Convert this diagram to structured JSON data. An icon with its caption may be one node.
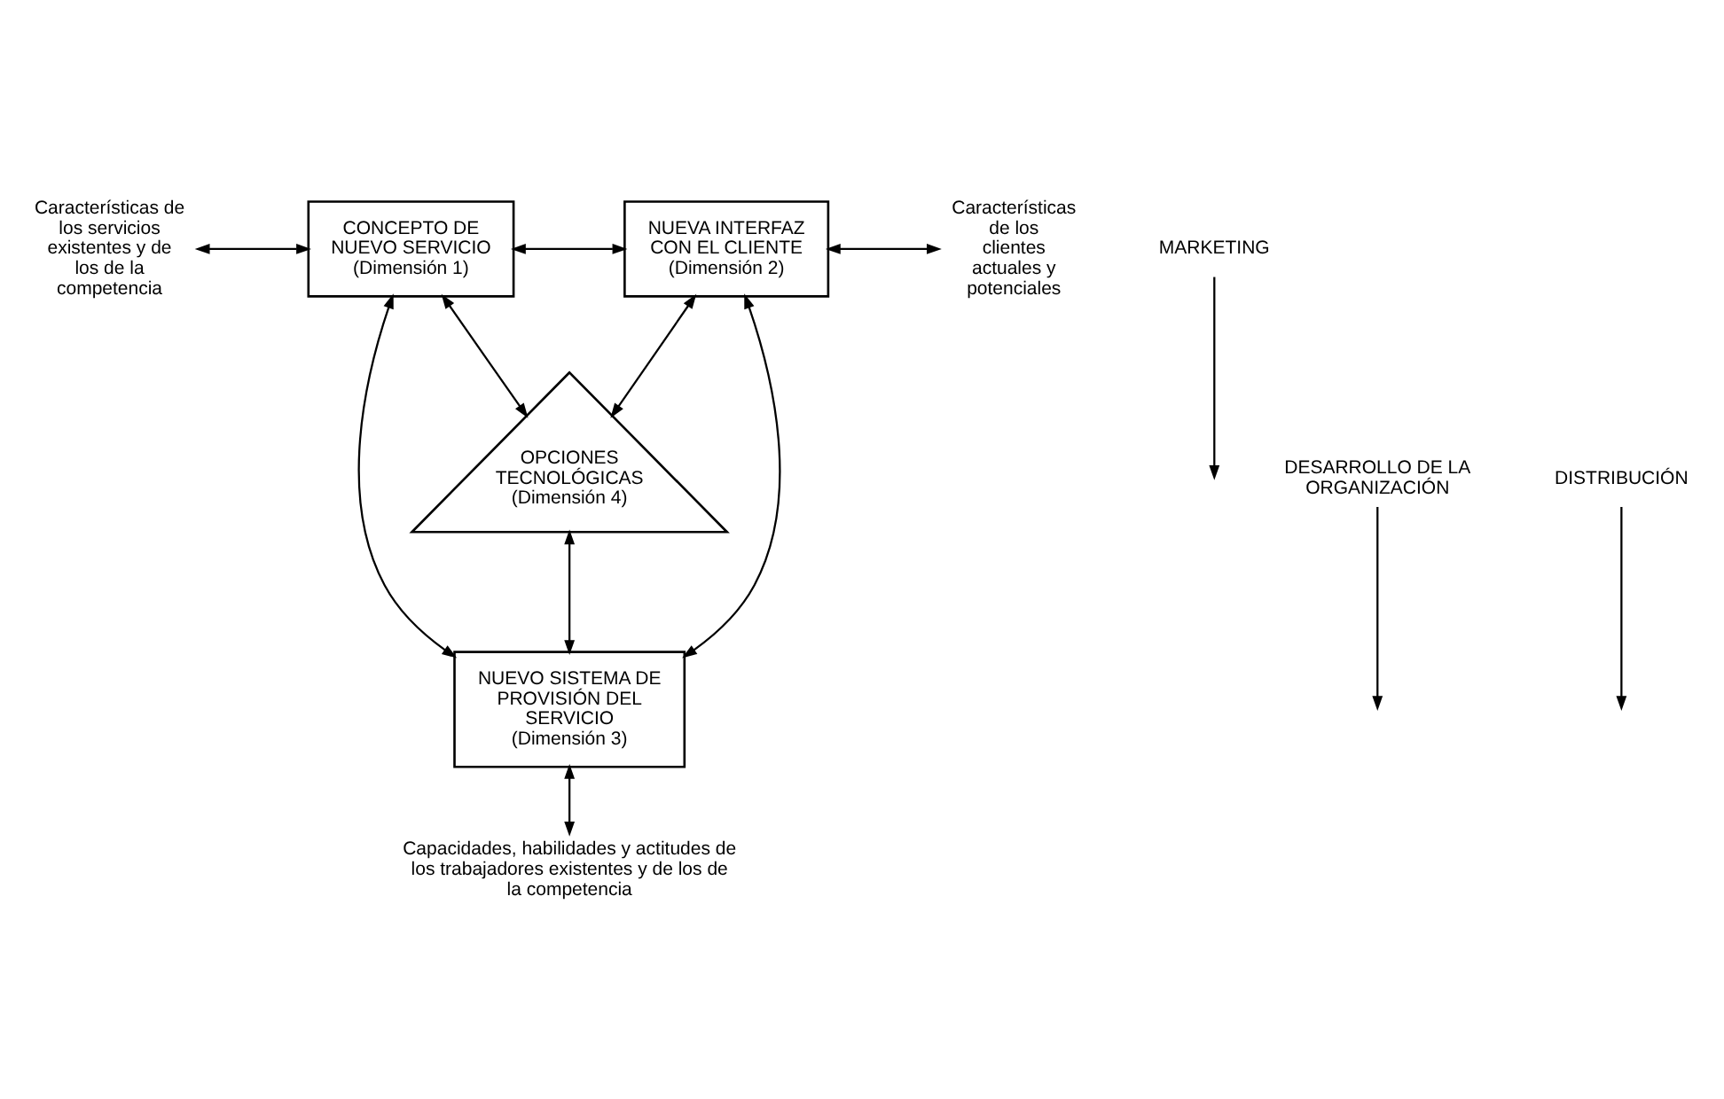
{
  "diagram": {
    "nodes": [
      {
        "text": [
          "Características de los servicios existentes y de los de la competencia"
        ]
      },
      {
        "text": [
          "CONCEPTO DE NUEVO SERVICIO",
          "(Dimensión 1)"
        ]
      },
      {
        "text": [
          "MARKETING"
        ]
      },
      {
        "text": [
          "NUEVA INTERFAZ CON EL CLIENTE",
          "(Dimensión 2)"
        ]
      },
      {
        "text": [
          "Características de los clientes actuales y potenciales"
        ]
      },
      {
        "text": [
          "DESARROLLO DE LA ORGANIZACIÓN"
        ]
      },
      {
        "text": [
          "OPCIONES TECNOLÓGICAS",
          "(Dimensión 4)"
        ]
      },
      {
        "text": [
          "DISTRIBUCIÓN"
        ]
      },
      {
        "text": [
          "NUEVO SISTEMA DE PROVISIÓN DEL SERVICIO",
          "(Dimensión 3)"
        ]
      },
      {
        "text": [
          "Capacidades, habilidades y actitudes de los trabajadores existentes y de los de la competencia"
        ]
      }
    ],
    "edges": [
      {
        "from": 0,
        "to": 1,
        "arrow": "both"
      },
      {
        "from": 1,
        "to": 3,
        "arrow": "both"
      },
      {
        "from": 2,
        "to": null,
        "arrow": "to"
      },
      {
        "from": 3,
        "to": 4,
        "arrow": "both"
      },
      {
        "from": 1,
        "to": 6,
        "arrow": "both"
      },
      {
        "from": 3,
        "to": 6,
        "arrow": "both"
      },
      {
        "from": 1,
        "to": 8,
        "arrow": "both"
      },
      {
        "from": 5,
        "to": null,
        "arrow": "to"
      },
      {
        "from": 3,
        "to": 8,
        "arrow": "both"
      },
      {
        "from": 7,
        "to": null,
        "arrow": "to"
      },
      {
        "from": 6,
        "to": 8,
        "arrow": "both"
      },
      {
        "from": 8,
        "to": 9,
        "arrow": "both"
      }
    ]
  }
}
